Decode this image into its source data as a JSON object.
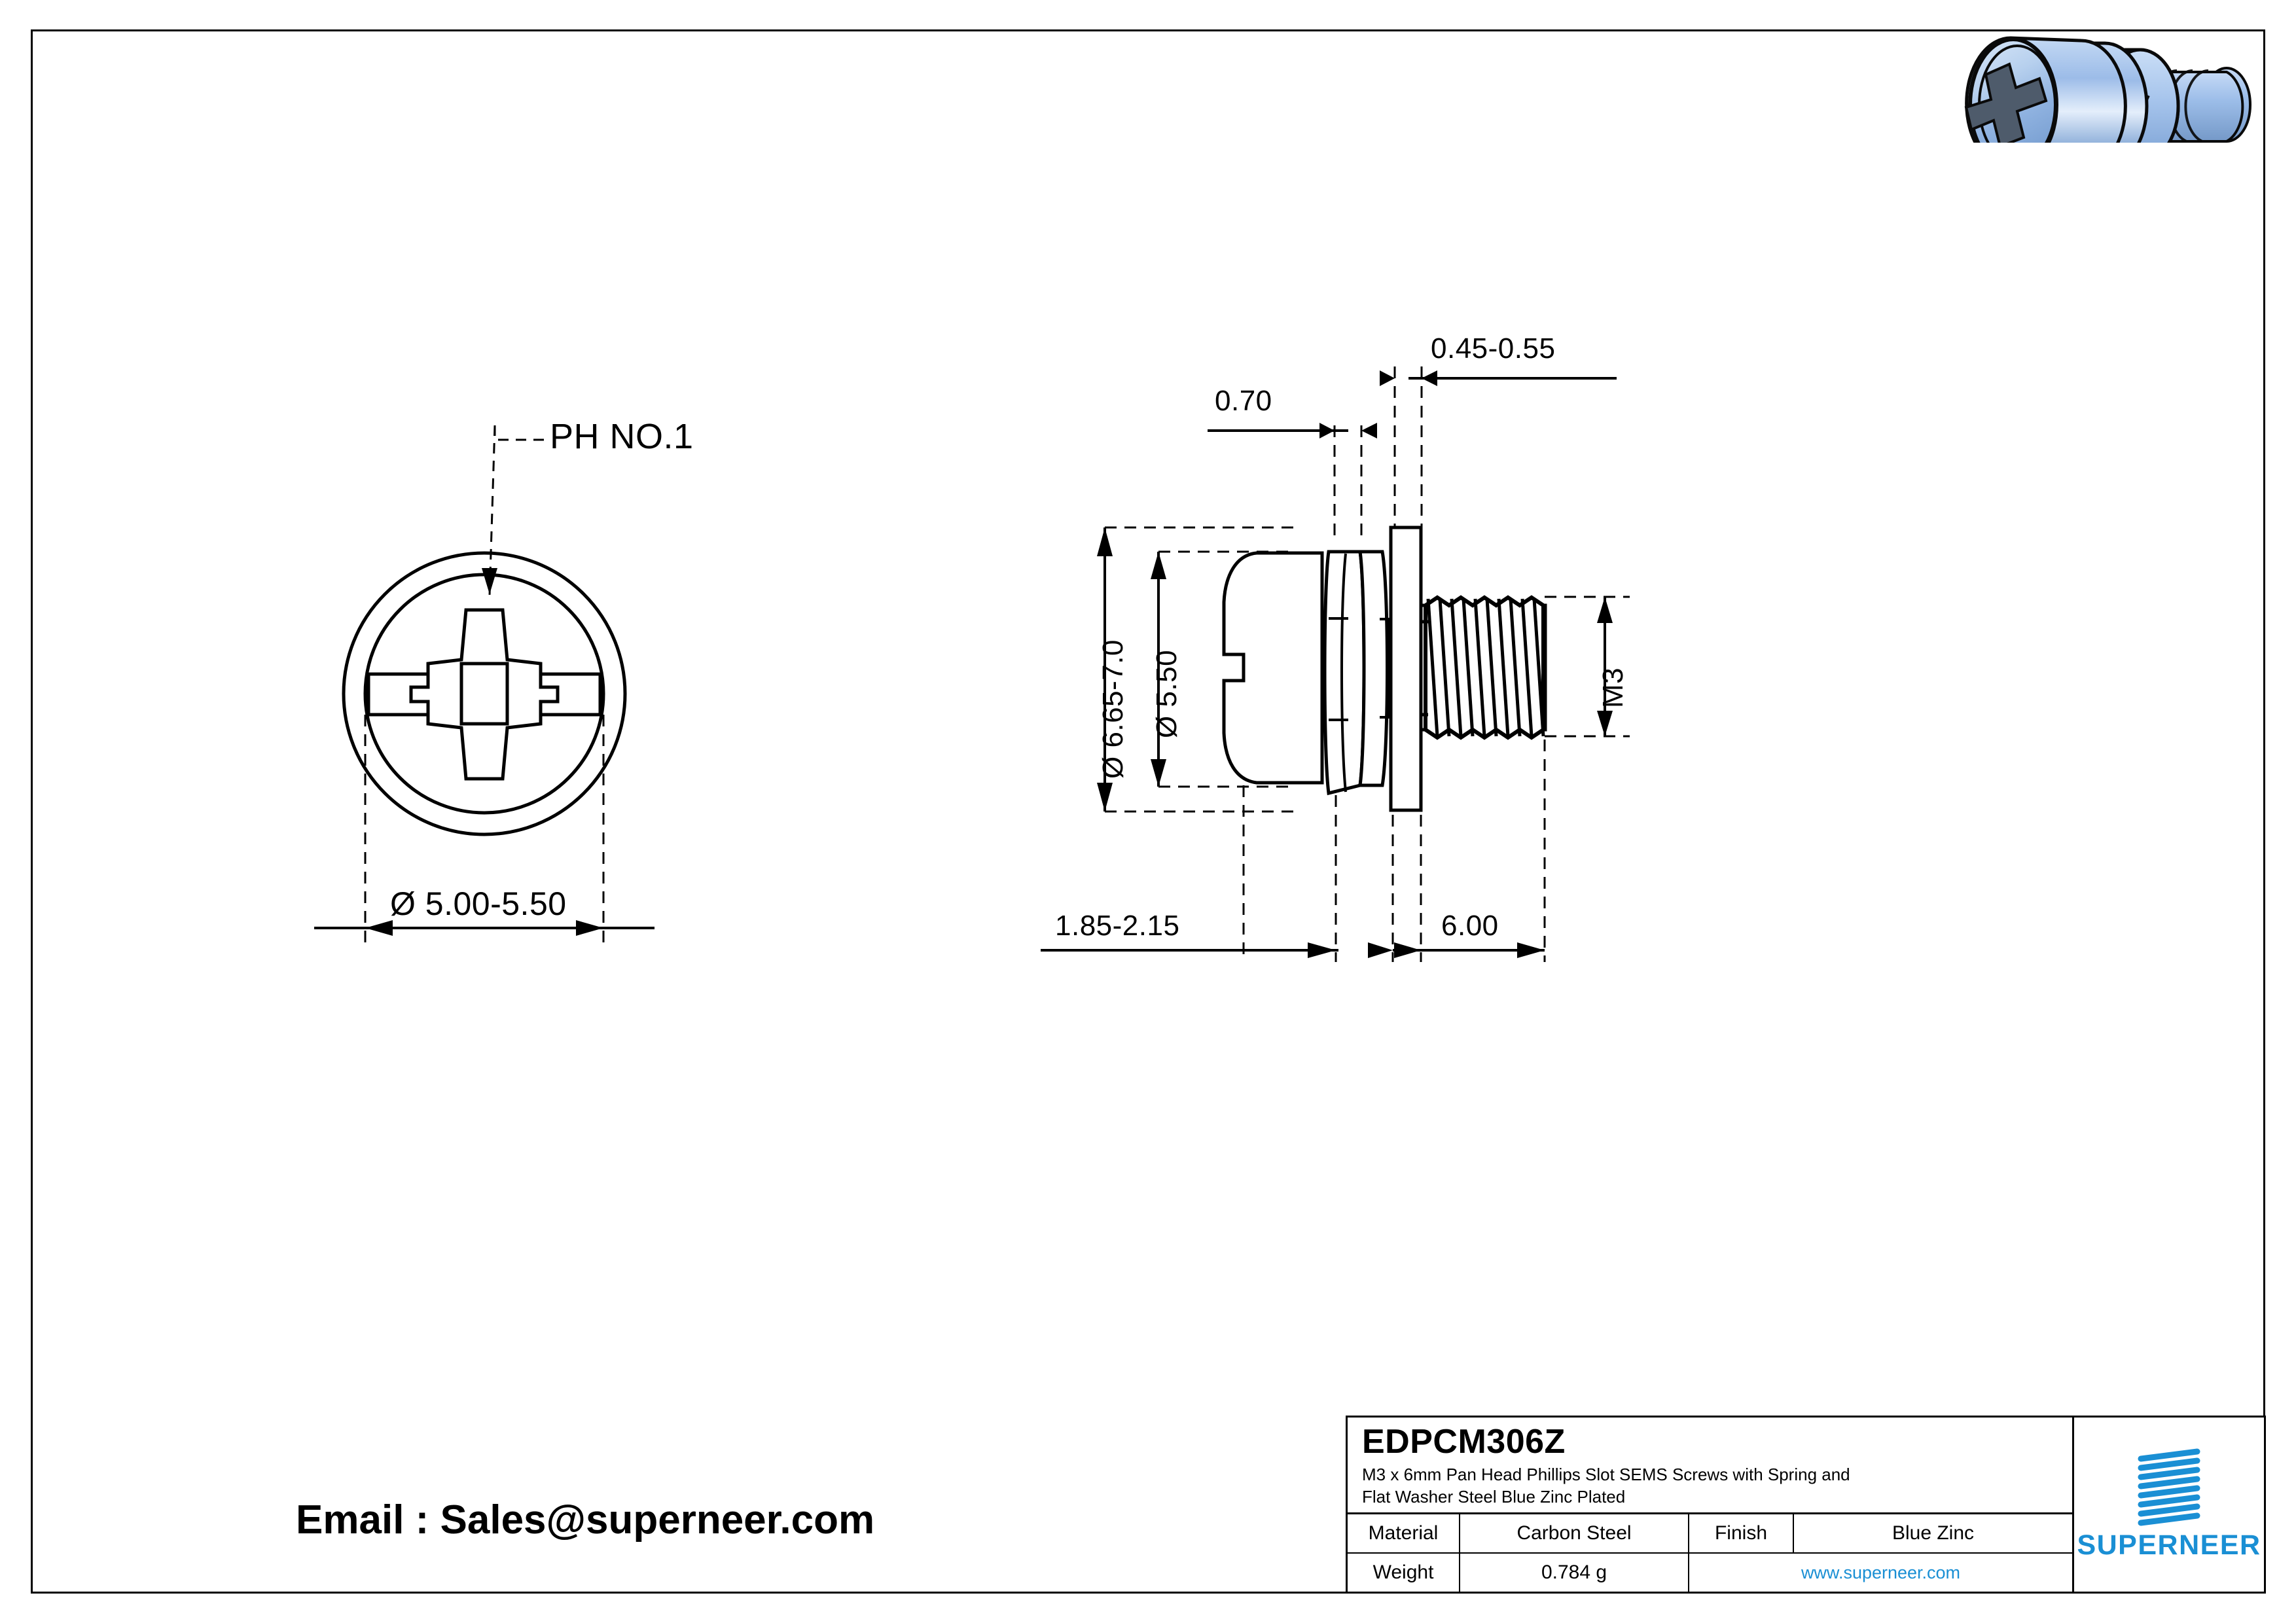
{
  "sheet": {
    "border": true
  },
  "render3d": {
    "name": "3d-screw-render",
    "description": "Isometric blue zinc plated pan head Phillips SEMS screw",
    "colors": {
      "body_light": "#cfe0f5",
      "body_mid": "#9dbde8",
      "body_dark": "#6f95c9",
      "outline": "#0a0a0a",
      "recess_dark": "#45505c"
    }
  },
  "front_view": {
    "name": "front-view-screw-head",
    "callout": "PH NO.1",
    "diameter_dim": "Ø 5.00-5.50"
  },
  "side_view": {
    "name": "side-view-screw-assembly",
    "dims": {
      "spring_washer_thickness": "0.70",
      "flat_washer_thickness": "0.45-0.55",
      "head_diameter": "Ø 6.65-7.0",
      "head_inner_diameter": "Ø 5.50",
      "thread_size": "M3",
      "head_height": "1.85-2.15",
      "thread_length": "6.00"
    }
  },
  "email": {
    "label": "Email : Sales@superneer.com"
  },
  "title_block": {
    "part_number": "EDPCM306Z",
    "description_line1": "M3 x 6mm Pan Head Phillips Slot SEMS Screws with Spring and",
    "description_line2": "Flat Washer Steel Blue Zinc Plated",
    "rows": [
      {
        "label": "Material",
        "value": "Carbon Steel",
        "label2": "Finish",
        "value2": "Blue Zinc"
      },
      {
        "label": "Weight",
        "value": "0.784 g",
        "link": "www.superneer.com"
      }
    ],
    "brand": "SUPERNEER",
    "brand_color": "#1a8fd4"
  }
}
